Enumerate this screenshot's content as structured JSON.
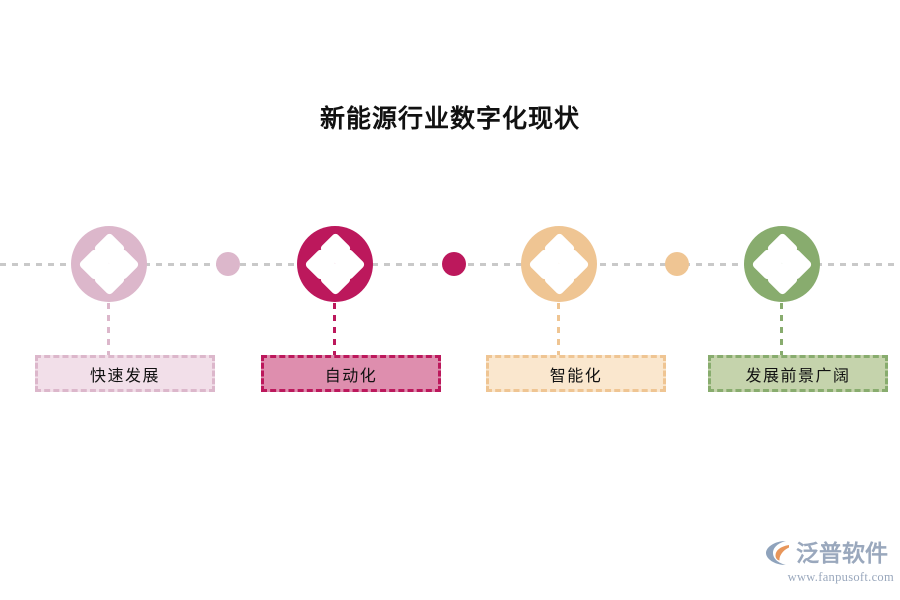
{
  "page": {
    "title": "新能源行业数字化现状",
    "background": "#FFFFFF"
  },
  "timeline": {
    "baseline_color": "#C9C9C9",
    "nodes": [
      {
        "id": "node-1",
        "label": "快速发展",
        "icon": "four-diamond-icon",
        "circle_color": "#DCB7CB",
        "dot_color": "#DCB7CB",
        "box_fill": "#F2DFE9",
        "box_border": "#DCB7CB",
        "drop_color": "#DCB7CB"
      },
      {
        "id": "node-2",
        "label": "自动化",
        "icon": "four-diamond-icon",
        "circle_color": "#BC185C",
        "dot_color": "#BC185C",
        "box_fill": "#DE8EAE",
        "box_border": "#BC185C",
        "drop_color": "#BC185C"
      },
      {
        "id": "node-3",
        "label": "智能化",
        "icon": "four-diamond-icon",
        "circle_color": "#EFC593",
        "dot_color": "#EFC593",
        "box_fill": "#FAE7CE",
        "box_border": "#EFC593",
        "drop_color": "#EFC593"
      },
      {
        "id": "node-4",
        "label": "发展前景广阔",
        "icon": "four-diamond-icon",
        "circle_color": "#88AC6E",
        "dot_color": "#88AC6E",
        "box_fill": "#C5D3AC",
        "box_border": "#88AC6E",
        "drop_color": "#88AC6E"
      }
    ]
  },
  "watermark": {
    "brand": "泛普软件",
    "url": "www.fanpusoft.com",
    "mark_color": "#8FA3BC",
    "leaf_color": "#E8965A",
    "text_color": "#9AA8BD"
  }
}
